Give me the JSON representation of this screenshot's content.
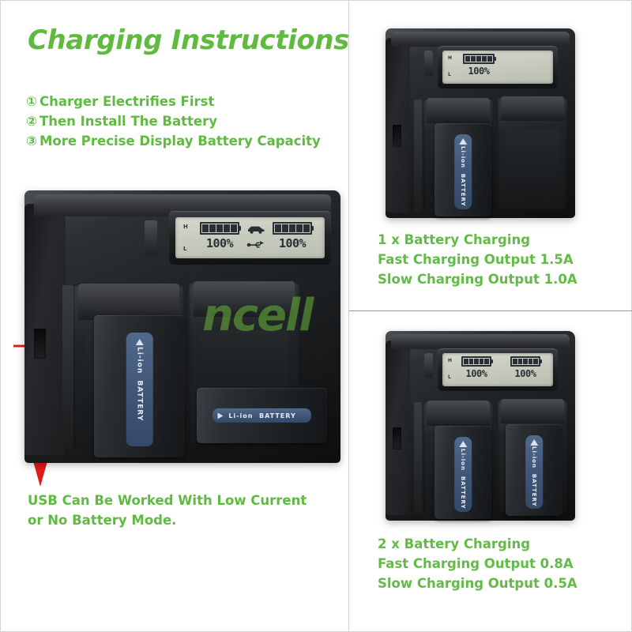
{
  "header": {
    "title": "Charging Instructions"
  },
  "steps": [
    {
      "num": "①",
      "text": "Charger Electrifies First"
    },
    {
      "num": "②",
      "text": "Then Install The Battery"
    },
    {
      "num": "③",
      "text": "More Precise Display Battery Capacity"
    }
  ],
  "usb_note": {
    "line1": "USB Can Be Worked With Low Current",
    "line2": "or No Battery Mode."
  },
  "watermark": {
    "text": "ncell"
  },
  "main_charger": {
    "lcd": {
      "row_high_label": "H",
      "row_low_label": "L",
      "left_percent": "100%",
      "right_percent": "100%",
      "car_icon": "car-icon",
      "usb_icon": "usb-icon",
      "left_bars": 5,
      "right_bars": 5
    },
    "battery_label": {
      "warning": "⚠",
      "type": "Li-ion",
      "word": "BATTERY"
    }
  },
  "panels": [
    {
      "id": "one-battery",
      "lcd": {
        "row_high_label": "H",
        "row_low_label": "L",
        "left_percent": "100%",
        "left_bars": 5,
        "right_occupied": false
      },
      "caption": {
        "line1": "1 x Battery Charging",
        "line2": "Fast Charging Output 1.5A",
        "line3": "Slow Charging Output 1.0A"
      },
      "batteries": 1
    },
    {
      "id": "two-batteries",
      "lcd": {
        "row_high_label": "H",
        "row_low_label": "L",
        "left_percent": "100%",
        "right_percent": "100%",
        "left_bars": 5,
        "right_bars": 5,
        "right_occupied": true
      },
      "caption": {
        "line1": "2 x Battery Charging",
        "line2": "Fast Charging Output 0.8A",
        "line3": "Slow Charging Output 0.5A"
      },
      "batteries": 2
    }
  ],
  "battery_label": {
    "type": "Li-ion",
    "word": "BATTERY"
  },
  "colors": {
    "green": "#5fbb3f",
    "green_caption": "#62bb46",
    "red_arrow": "#e01b1b",
    "lcd_bg": "#c9cdc0",
    "label_blue": "#41587a"
  },
  "callout": {
    "arrow": "red-arrow"
  }
}
